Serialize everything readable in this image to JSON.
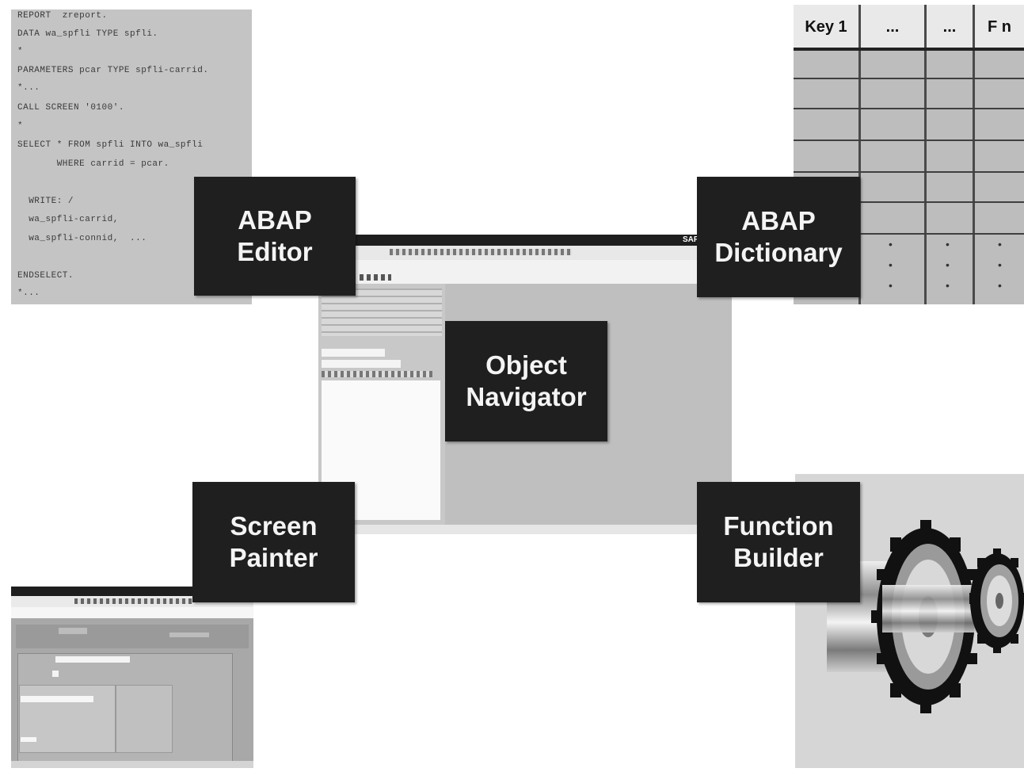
{
  "labels": {
    "abap_editor": "ABAP\nEditor",
    "abap_dictionary": "ABAP\nDictionary",
    "object_navigator": "Object\nNavigator",
    "screen_painter": "Screen\nPainter",
    "function_builder": "Function\nBuilder"
  },
  "code_lines": [
    "REPORT  zreport.",
    "DATA wa_spfli TYPE spfli.",
    "*",
    "PARAMETERS pcar TYPE spfli-carrid.",
    "*...",
    "CALL SCREEN '0100'.",
    "*",
    "SELECT * FROM spfli INTO wa_spfli",
    "       WHERE carrid = pcar.",
    "",
    "  WRITE: /",
    "  wa_spfli-carrid,",
    "  wa_spfli-connid,  ...",
    "",
    "ENDSELECT.",
    "*..."
  ],
  "dictionary": {
    "headers": [
      "Key 1",
      "...",
      "...",
      "F n"
    ]
  },
  "navigator_logo": "SAP",
  "colors": {
    "label_bg": "#1f1f1f",
    "label_text": "#f4f4f4",
    "panel_gray": "#c4c4c4"
  }
}
